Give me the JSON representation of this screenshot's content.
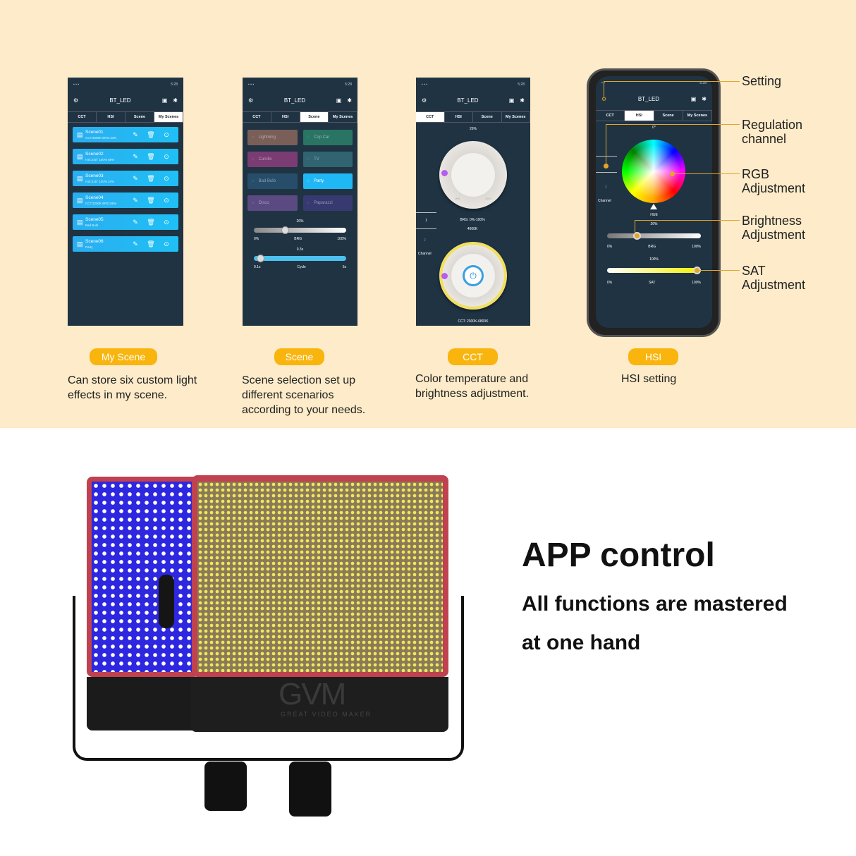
{
  "app": {
    "title": "BT_LED",
    "time": "5:28",
    "tabs": [
      "CCT",
      "HSI",
      "Scene",
      "My Scenes"
    ]
  },
  "my_scenes": {
    "items": [
      {
        "name": "Scene01",
        "detail": "CCT:4500K BRG:33%"
      },
      {
        "name": "Scene02",
        "detail": "HSI:240° 100% 68%"
      },
      {
        "name": "Scene03",
        "detail": "HSI:315° 100% 24%"
      },
      {
        "name": "Scene04",
        "detail": "CCT:3200K BRG:85%"
      },
      {
        "name": "Scene05",
        "detail": "Bad Bulb"
      },
      {
        "name": "Scene06",
        "detail": "Party"
      }
    ]
  },
  "scene": {
    "tiles": [
      {
        "label": "Lightning",
        "color": "#7a5f58"
      },
      {
        "label": "Cop Car",
        "color": "#2a7464"
      },
      {
        "label": "Candle",
        "color": "#7a3c72"
      },
      {
        "label": "TV",
        "color": "#2f6470"
      },
      {
        "label": "Bad Bulb",
        "color": "#264e6a"
      },
      {
        "label": "Party",
        "color": "#1fb8f5"
      },
      {
        "label": "Disco",
        "color": "#5b4a82"
      },
      {
        "label": "Paparazzi",
        "color": "#373a70"
      }
    ],
    "selected": "Party",
    "brg_value": "26%",
    "brg_min": "0%",
    "brg_label": "BRG",
    "brg_max": "100%",
    "brg_percent": 26,
    "cycle_value": "0.3s",
    "cycle_min": "0.1s",
    "cycle_label": "Cycle",
    "cycle_max": "5s"
  },
  "cct": {
    "brg_value": "26%",
    "brg_range": "BRG: 0%-100%",
    "cct_value": "4000K",
    "cct_range": "CCT: 2300K-6800K",
    "min": "MIN",
    "max": "MAX",
    "channel_1": "1",
    "channel_2": "2",
    "channel_label": "Channel"
  },
  "hsi": {
    "hue_value": "0°",
    "hue_label": "HUE",
    "brg_value": "26%",
    "brg_min": "0%",
    "brg_label": "BRG",
    "brg_max": "100%",
    "brg_percent": 26,
    "sat_value": "100%",
    "sat_min": "0%",
    "sat_label": "SAT",
    "sat_max": "100%",
    "sat_percent": 100,
    "channel_2": "2",
    "channel_label": "Channel"
  },
  "annotations": [
    "Setting",
    "Regulation\nchannel",
    "RGB\nAdjustment",
    "Brightness\nAdjustment",
    "SAT\nAdjustment"
  ],
  "features": [
    {
      "badge": "My Scene",
      "caption": "Can store six custom light\neffects in my scene."
    },
    {
      "badge": "Scene",
      "caption": "Scene selection set up\ndifferent scenarios\naccording to your needs."
    },
    {
      "badge": "CCT",
      "caption": "Color temperature and\nbrightness adjustment."
    },
    {
      "badge": "HSI",
      "caption": "HSI setting"
    }
  ],
  "promo": {
    "title": "APP control",
    "line1": "All functions are mastered",
    "line2": "at one hand"
  },
  "product": {
    "logo": "GVM",
    "tagline": "GREAT VIDEO MAKER"
  },
  "colors": {
    "background": "#fdebc9",
    "accent": "#f9b50e",
    "screen": "#1f3343"
  }
}
